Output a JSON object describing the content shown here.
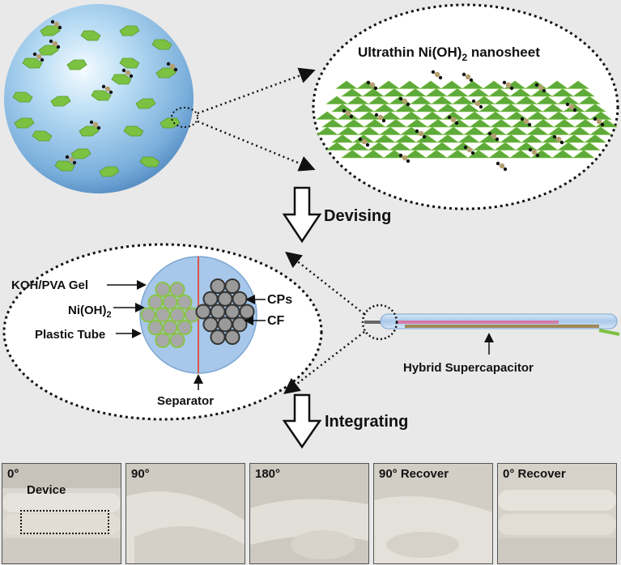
{
  "top": {
    "nanosheet_label": "Ultrathin Ni(OH)",
    "nanosheet_subscript": "2",
    "nanosheet_suffix": " nanosheet",
    "devising_label": "Devising"
  },
  "middle": {
    "koh_label": "KOH/PVA Gel",
    "nioh_label": "Ni(OH)",
    "nioh_subscript": "2",
    "plastic_tube_label": "Plastic Tube",
    "cps_label": "CPs",
    "cf_label": "CF",
    "separator_label": "Separator",
    "hybrid_label": "Hybrid Supercapacitor",
    "integrating_label": "Integrating"
  },
  "photos": [
    {
      "label": "0°",
      "sublabel": "Device"
    },
    {
      "label": "90°"
    },
    {
      "label": "180°"
    },
    {
      "label": "90°  Recover"
    },
    {
      "label": "0°  Recover"
    }
  ],
  "colors": {
    "sphere": "#8fc3ea",
    "nanosheet": "#7cc242",
    "glove": "#d9d6cf",
    "ring": "#a8a8a8"
  }
}
